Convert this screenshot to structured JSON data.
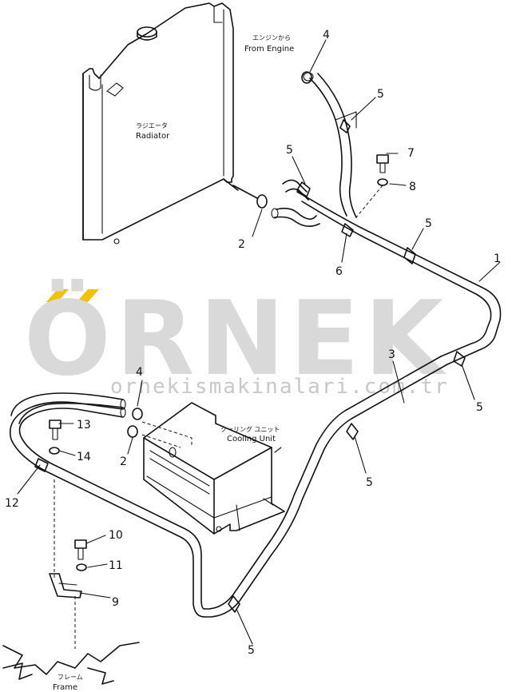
{
  "watermark": {
    "brand": "ÖRNEK",
    "website": "ornekismakinalari.com.tr",
    "accent_color": "#f2c200"
  },
  "labels": {
    "radiator_jp": "ラジエータ",
    "radiator_en": "Radiator",
    "from_engine_jp": "エンジンから",
    "from_engine_en": "From Engine",
    "cooling_unit_jp": "クーリング ユニット",
    "cooling_unit_en": "Cooling Unit",
    "frame_jp": "フレーム",
    "frame_en": "Frame"
  },
  "callouts": {
    "c1": "1",
    "c2a": "2",
    "c2b": "2",
    "c3": "3",
    "c4a": "4",
    "c4b": "4",
    "c5a": "5",
    "c5b": "5",
    "c5c": "5",
    "c5d": "5",
    "c5e": "5",
    "c5f": "5",
    "c6": "6",
    "c7": "7",
    "c8": "8",
    "c9": "9",
    "c10": "10",
    "c11": "11",
    "c12": "12",
    "c13": "13",
    "c14": "14"
  }
}
